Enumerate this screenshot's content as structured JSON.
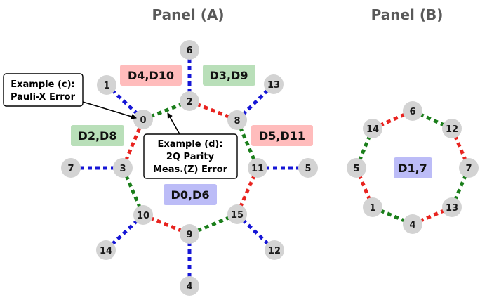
{
  "panels": {
    "a_title": "Panel (A)",
    "b_title": "Panel (B)"
  },
  "colors": {
    "red": "#e8231f",
    "green": "#1a7e1a",
    "blue": "#1515d6",
    "node_fill": "#d3d3d3",
    "red_patch": "#ffbcbc",
    "green_patch": "#b9dfb9",
    "blue_patch": "#bcbcf7"
  },
  "panel_a": {
    "nodes": [
      "0",
      "1",
      "2",
      "3",
      "4",
      "5",
      "6",
      "7",
      "8",
      "9",
      "10",
      "11",
      "12",
      "13",
      "14",
      "15"
    ],
    "patches": {
      "top_left": "D4,D10",
      "top_right": "D3,D9",
      "left": "D2,D8",
      "right": "D5,D11",
      "center": "D0,D6"
    },
    "annotations": {
      "c": [
        "Example (c):",
        "Pauli-X Error"
      ],
      "d": [
        "Example (d):",
        "2Q Parity",
        "Meas.(Z) Error"
      ]
    }
  },
  "panel_b": {
    "nodes": [
      "6",
      "12",
      "7",
      "13",
      "4",
      "1",
      "5",
      "14"
    ],
    "patch": "D1,7"
  }
}
